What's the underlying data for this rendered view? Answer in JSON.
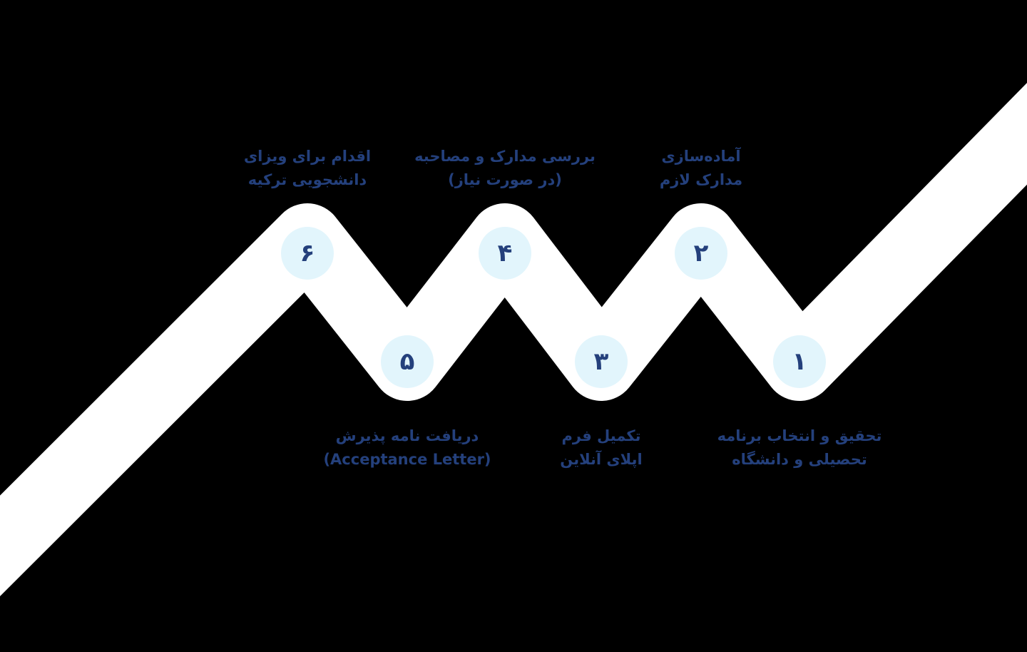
{
  "colors": {
    "background": "#000000",
    "path": "#ffffff",
    "circle_fill": "#e2f5fc",
    "text": "#24407c"
  },
  "steps": [
    {
      "number": "۱",
      "label_line1": "تحقیق و انتخاب برنامه",
      "label_line2": "تحصیلی و دانشگاه"
    },
    {
      "number": "۲",
      "label_line1": "آماده‌سازی",
      "label_line2": "مدارک لازم"
    },
    {
      "number": "۳",
      "label_line1": "تکمیل فرم",
      "label_line2": "اپلای آنلاین"
    },
    {
      "number": "۴",
      "label_line1": "بررسی مدارک و مصاحبه",
      "label_line2": "(در صورت نیاز)"
    },
    {
      "number": "۵",
      "label_line1": "دریافت نامه پذیرش",
      "label_line2": "(Acceptance Letter)"
    },
    {
      "number": "۶",
      "label_line1": "اقدام برای ویزای",
      "label_line2": "دانشجویی ترکیه"
    }
  ]
}
